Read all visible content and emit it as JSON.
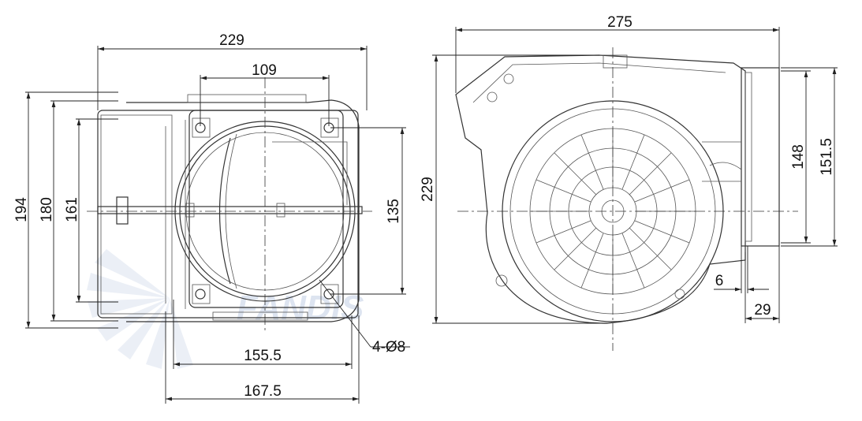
{
  "front_view": {
    "dims": {
      "width_overall": "229",
      "hole_spacing_h": "109",
      "height_194": "194",
      "height_180": "180",
      "height_161": "161",
      "hole_spacing_v": "135",
      "bottom_155": "155.5",
      "bottom_167": "167.5",
      "holes": "4-Ø8"
    },
    "watermark_text": "FANDIS"
  },
  "side_view": {
    "dims": {
      "length_overall": "275",
      "height_overall": "229",
      "outlet_148": "148",
      "outlet_151": "151.5",
      "flange_6": "6",
      "outlet_depth_29": "29"
    }
  },
  "colors": {
    "line": "#333333",
    "watermark": "#c8d3e6"
  }
}
